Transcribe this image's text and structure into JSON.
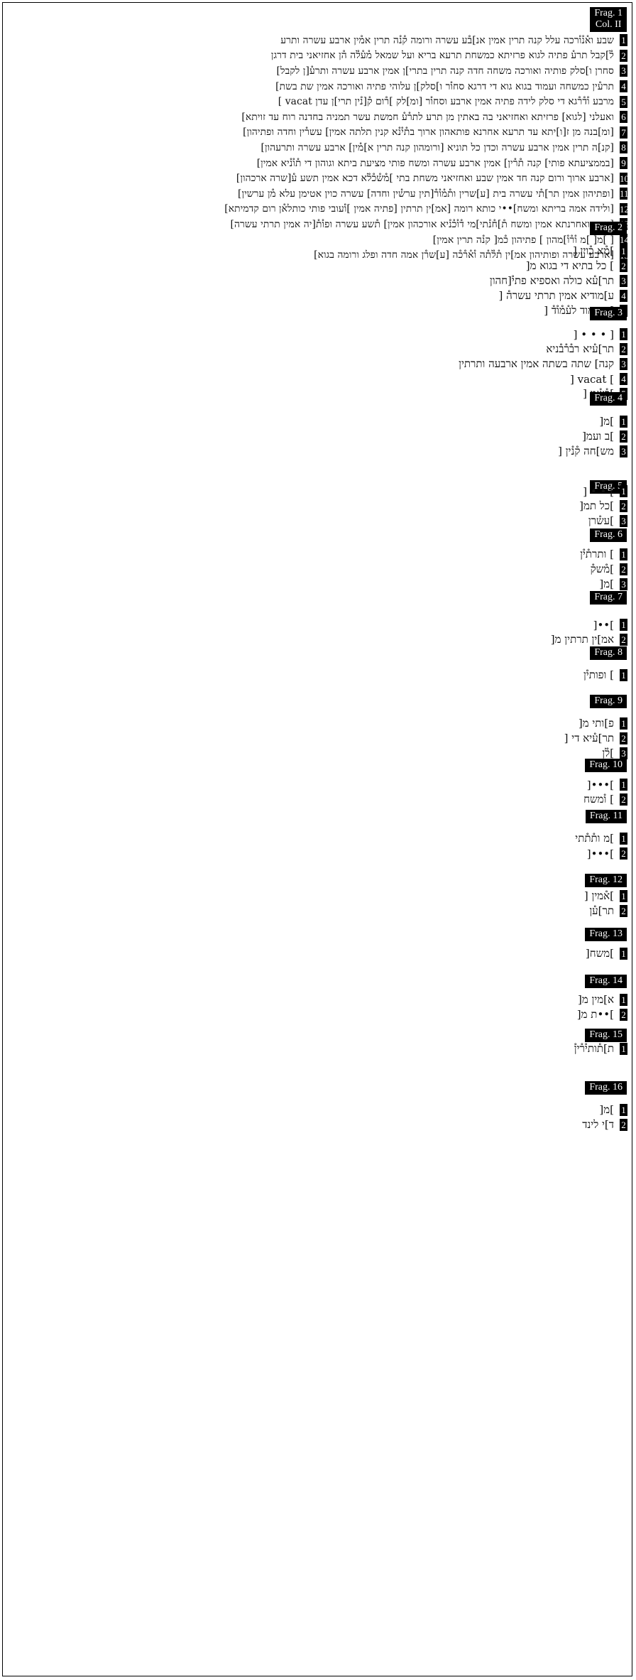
{
  "fragments": [
    {
      "label": "Frag. 1",
      "sublabel": "Col. II",
      "lines": [
        "שבע וא֯נ֯ו֯רכה עלל קנה תרין אמין אנ]ב֯ע עשרה ורומה ק֯נ֯ה תרין אמ֯ין ארבע עשרה ותרע",
        "ל֯]קבל תרע֯ פתיה לגוא פרזיתא כמשחת תרעא בריא ועל שמאל מ֯ע֯ל֯ה ה֯ן אחזיאני בית דרגן",
        "סחרן ו]סלק פותיה ואורכה משחה חדה קנה תרין בתרי]ן אמין ארבע עשרה ותרע֯[ן לקבל]",
        "תרע֯ין כמשחה ועמוד בגוא גוא די דרגא סחו֯ר ו]סלק]ן עלוהי פתיה ואורכה אמין שת בשת]",
        "מרבע ו֯ד֯ר֯גא די סלק לידה פתיה אמין ארבע וסחו֯ר [ומ]לק ]ר֯ום ק֯[נ֯ין תרי]ן עדן vacat ]",
        "ואעלני [לגוא] פרזיתא ואחזיאני בה באתין מן תרע לתר֯ע֯ חמשת עשר תמניה בחדנה רוח עד זויתא]",
        "[ומ]בנה מן ז[ו]יתא עד תרעא אחרנא פותאהון ארוך בת֯י֯נ֯א קנין תלתה אמין] עשר֯ין וחדה ופתיהון]",
        "[קנ]ה תרין אמין ארבע עשרה וכדן כל תוניא [ורומהון קנה תרין א]מ֯ין] ארבע עשרה ותרעהון]",
        "[בממציעתא פותי] קנה ת֯ר֯ין] אמין ארבע עשרה ומשח פותי מציעת ביתא וגוהון די ת֯ו֯נ֯יא אמין]",
        "[ארבע ארוך ורום קנה חד אמין שבע ואחזיאני משחת בתי ]מ֯ש֯כ֯ל֯א דכא אמין תשע ע֯[שרה ארכהון]",
        "[ופתיהון אמין תר]ת֯י עשרה בית [ע]שרין ות֯מ֯ו֯ר֯[תין ערש֯ין וחדה] עשרה כוין אטימן עלא מ֯ן ערשין]",
        "[ולידה אמה בריתא ומשח]••י כותא רומה [אמ]ין תרתין [פתיה אמין ]ו֯עובי פותי כותלא֯ן רום קדמיתא]",
        "[אמין ואחרנתא אמין ומשח ת֯]ח֯נ֯תי]מי ד֯ו֯כ֯נ֯יא אורכהון אמין] ת֯שע עשרה ופו֯ת֯[יה אמין תרתי עשרה]",
        "[ ]מ[ ]מ ו֯ר֯ו֯]מהון ] פתיהון כ֯מ[ קנ֯ה תרין אמין]",
        "[ארבע עשרה ופותיהון אמ]ין ת֯ל֯ת֯ה ו֯א֯ר֯כ֯ה [ע]שר֯ן אמה חדה ופלג ורומה בגוא]"
      ]
    },
    {
      "label": "Frag. 2",
      "lines": [
        "]מ֯א כ֯וין [",
        "] כל בתיא די בגוא מ[",
        "תר]ע֯א כולה ואספיא פתי֯[חהון",
        "ע]מודיא אמין תרתי עשרה֯ [",
        "]מ עמוד לע֯מ֯ו֯ד֯ ["
      ]
    },
    {
      "label": "Frag. 3",
      "lines": [
        "] • • • ]",
        "תר]ע֯יא רב֯ר֯ב֯ניא",
        "קנה] שתה בשתה אמין ארבעה ותרתין",
        "] vacat [",
        "]פ֯ש֯מ ["
      ]
    },
    {
      "label": "Frag. 4",
      "lines": [
        "]מ[",
        "]ב ועמ[",
        "מש]חה ק֯נ֯ין ["
      ]
    },
    {
      "label": "Frag. 5",
      "lines": [
        "] • • [",
        "]כל תמ[",
        "]עש֯רן"
      ]
    },
    {
      "label": "Frag. 6",
      "lines": [
        "] ותרת֯י֯ן",
        "]מ֯שק֯",
        "]מ["
      ]
    },
    {
      "label": "Frag. 7",
      "lines": [
        "]••[",
        "אמ]ין תרתין מ["
      ]
    },
    {
      "label": "Frag. 8",
      "lines": [
        "] ופותי֯ן"
      ]
    },
    {
      "label": "Frag. 9",
      "lines": [
        "פ]ותי מ[",
        "תר]ע֯יא די [",
        "]ל֯ן"
      ]
    },
    {
      "label": "Frag. 10",
      "lines": [
        "]•••[",
        "] ו֯משח"
      ]
    },
    {
      "label": "Frag. 11",
      "lines": [
        "]מ ות֯ת֯תי",
        "]•••["
      ]
    },
    {
      "label": "Frag. 12",
      "lines": [
        "]א֯מין [",
        "תר]ע֯ן"
      ]
    },
    {
      "label": "Frag. 13",
      "lines": [
        "]משח["
      ]
    },
    {
      "label": "Frag. 14",
      "lines": [
        "א]מין מ[",
        "]••ת מ["
      ]
    },
    {
      "label": "Frag. 15",
      "lines": [
        "ת]ת֯ותי֯ר֯ין֯"
      ]
    },
    {
      "label": "Frag. 16",
      "lines": [
        "]מ[",
        "ד]י לינד"
      ]
    }
  ]
}
